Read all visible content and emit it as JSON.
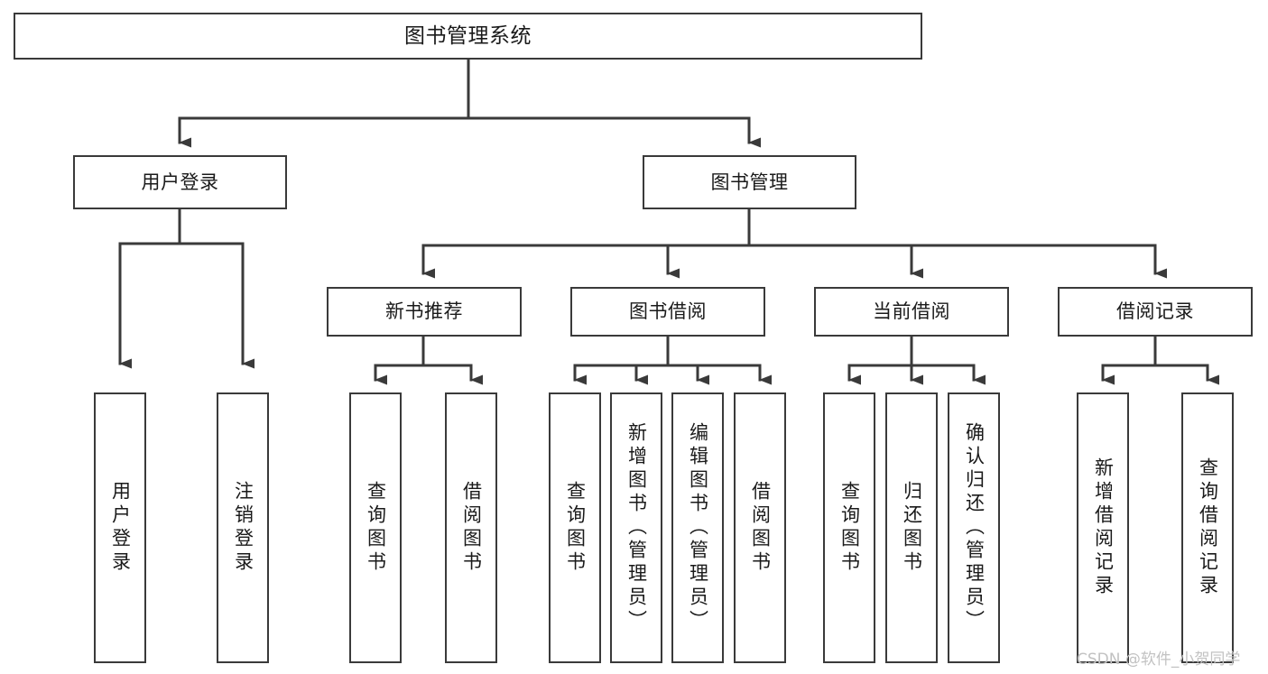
{
  "diagram": {
    "title": "图书管理系统",
    "type": "tree-hierarchy-chart",
    "line_color": "#3a3a3a",
    "box_fill": "#ffffff",
    "background": "#ffffff",
    "root": {
      "label": "图书管理系统"
    },
    "level2": [
      {
        "label": "用户登录"
      },
      {
        "label": "图书管理"
      }
    ],
    "level3": [
      {
        "label": "新书推荐"
      },
      {
        "label": "图书借阅"
      },
      {
        "label": "当前借阅"
      },
      {
        "label": "借阅记录"
      }
    ],
    "leaves": {
      "user_login": [
        {
          "label": "用户登录"
        },
        {
          "label": "注销登录"
        }
      ],
      "new_book_recommend": [
        {
          "label": "查询图书"
        },
        {
          "label": "借阅图书"
        }
      ],
      "book_borrow": [
        {
          "label": "查询图书"
        },
        {
          "label": "新增图书（管理员）"
        },
        {
          "label": "编辑图书（管理员）"
        },
        {
          "label": "借阅图书"
        }
      ],
      "current_borrow": [
        {
          "label": "查询图书"
        },
        {
          "label": "归还图书"
        },
        {
          "label": "确认归还（管理员）"
        }
      ],
      "borrow_record": [
        {
          "label": "新增借阅记录"
        },
        {
          "label": "查询借阅记录"
        }
      ]
    }
  },
  "watermark": {
    "text": "CSDN @软件_小贺同学",
    "color": "#c2c2c2"
  }
}
